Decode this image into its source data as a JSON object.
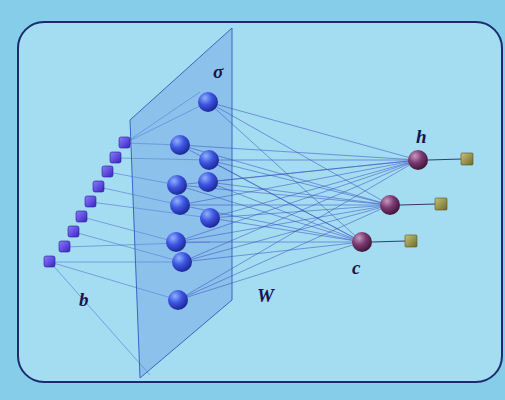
{
  "diagram": {
    "labels": [
      "σ",
      "h",
      "c",
      "b",
      "W"
    ]
  }
}
